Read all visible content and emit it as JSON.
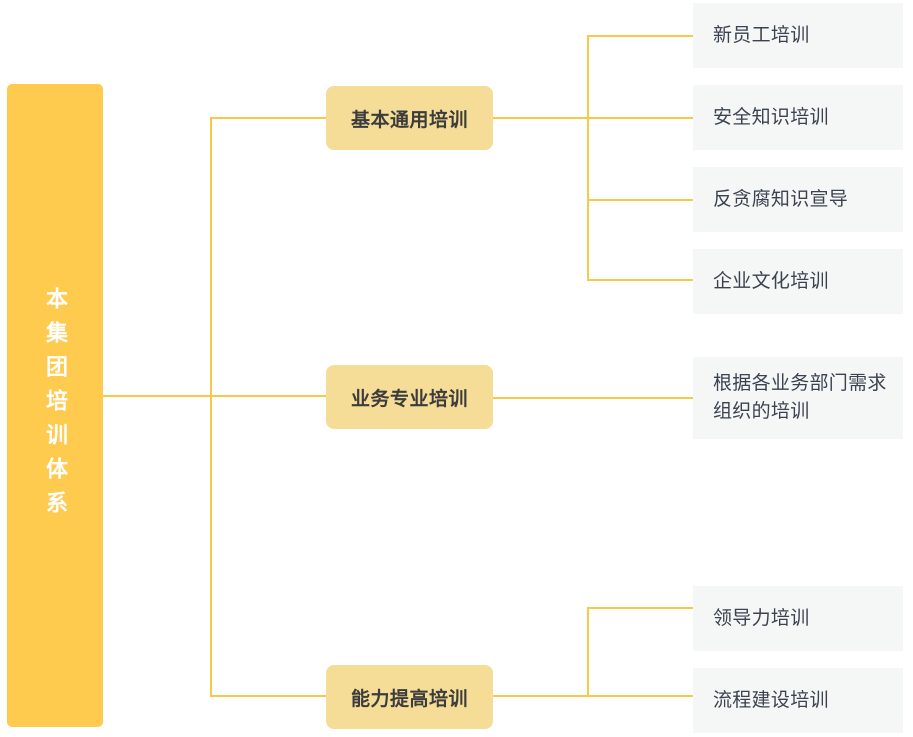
{
  "diagram": {
    "type": "org-tree",
    "orientation": "left-to-right",
    "colors": {
      "root_fill": "#FFCB4F",
      "root_text": "#FFFFFF",
      "branch_fill": "#F5DD97",
      "branch_text": "#3C3C3C",
      "leaf_fill": "#F5F6F6",
      "leaf_text": "#3B4250",
      "connector": "#F7C94B",
      "background": "#FFFFFF"
    },
    "root": {
      "label": "本集团培训体系"
    },
    "branches": [
      {
        "label": "基本通用培训",
        "children": [
          {
            "label": "新员工培训"
          },
          {
            "label": "安全知识培训"
          },
          {
            "label": "反贪腐知识宣导"
          },
          {
            "label": "企业文化培训"
          }
        ]
      },
      {
        "label": "业务专业培训",
        "children": [
          {
            "label": "根据各业务部门需求组织的培训"
          }
        ]
      },
      {
        "label": "能力提高培训",
        "children": [
          {
            "label": "领导力培训"
          },
          {
            "label": "流程建设培训"
          }
        ]
      }
    ]
  }
}
